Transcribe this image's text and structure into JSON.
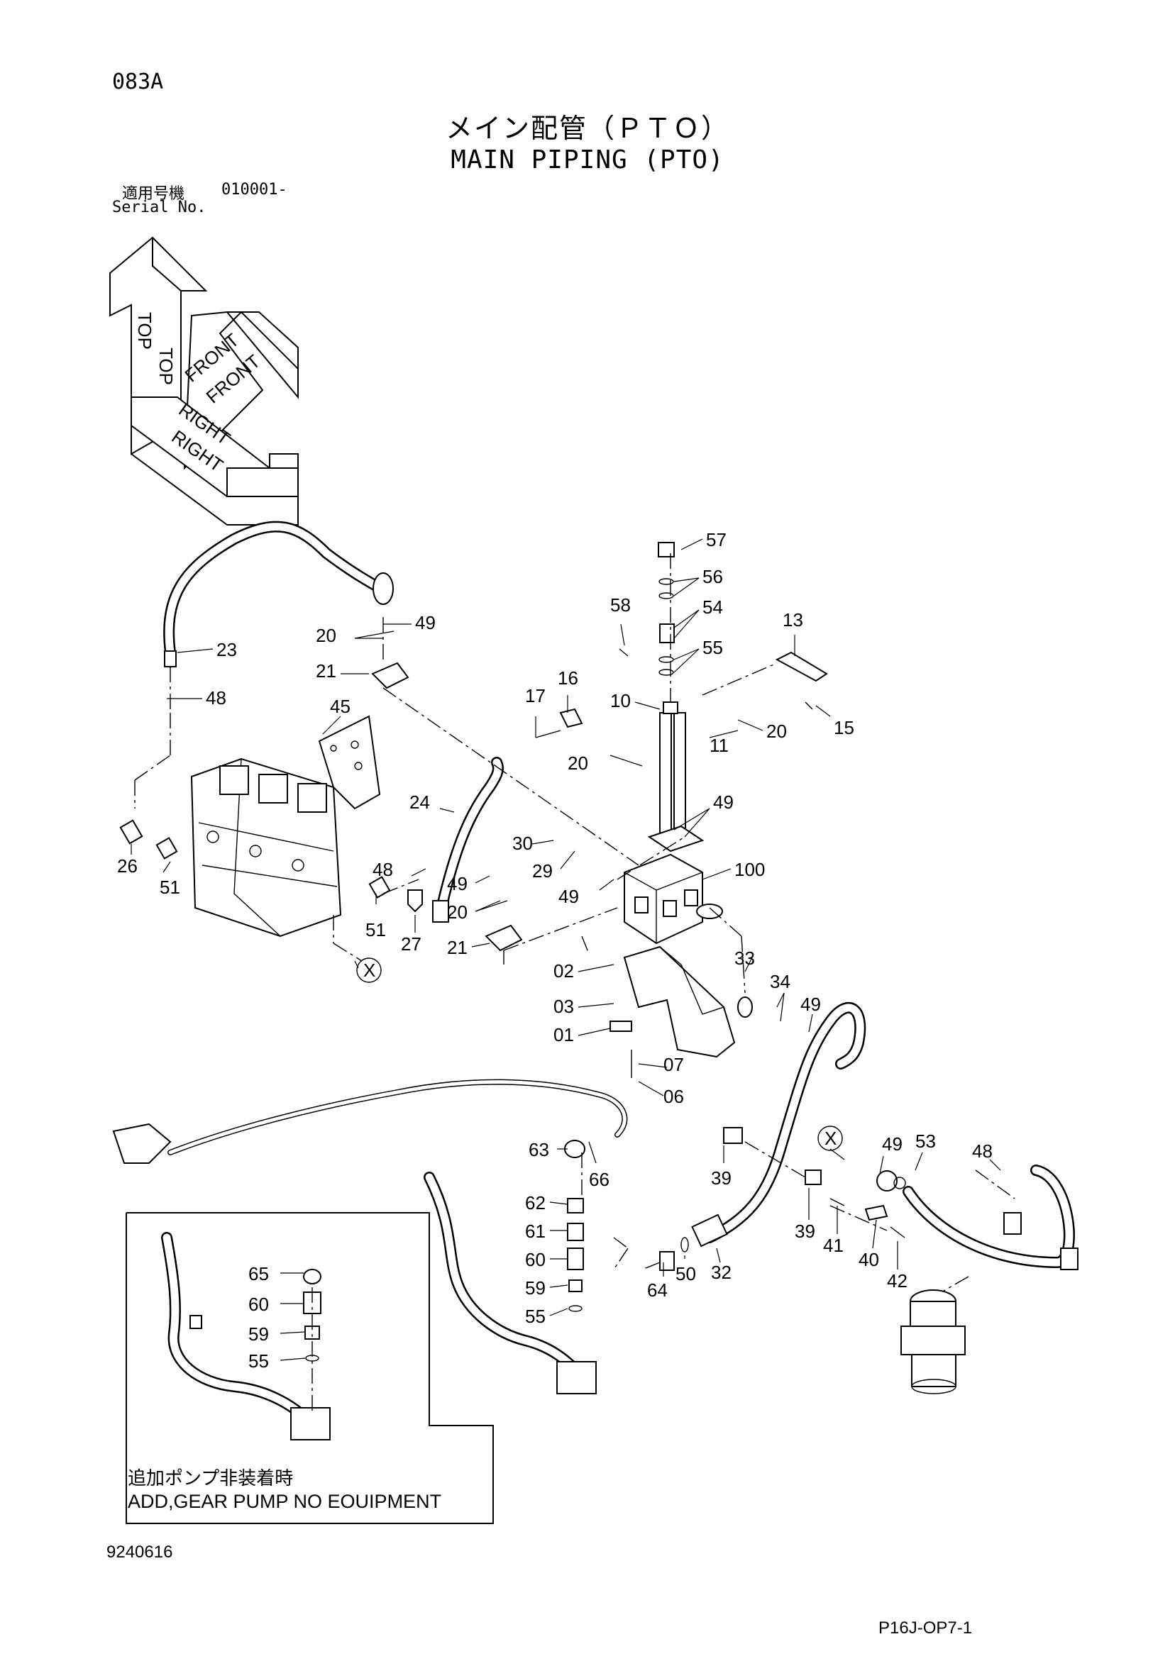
{
  "header": {
    "page_code": "083A",
    "title_jp": "メイン配管（ＰＴＯ）",
    "title_en": "MAIN PIPING (PTO)",
    "serial_label_jp": "適用号機",
    "serial_value": "010001-",
    "serial_label_en": "Serial No."
  },
  "orientation": {
    "top": "TOP",
    "front": "FRONT",
    "right": "RIGHT"
  },
  "part_labels": {
    "p57": "57",
    "p56": "56",
    "p58": "58",
    "p54": "54",
    "p55a": "55",
    "p13": "13",
    "p16": "16",
    "p17": "17",
    "p10": "10",
    "p15": "15",
    "p11": "11",
    "p20a": "20",
    "p20b": "20",
    "p49a": "49",
    "p49b": "49",
    "p20c": "20",
    "p21a": "21",
    "p23": "23",
    "p48a": "48",
    "p45": "45",
    "p24": "24",
    "p30": "30",
    "p29": "29",
    "p49c": "49",
    "p100": "100",
    "p26": "26",
    "p51a": "51",
    "p48b": "48",
    "p49d": "49",
    "p20d": "20",
    "p51b": "51",
    "p27": "27",
    "p21b": "21",
    "x1": "X",
    "p02": "02",
    "p03": "03",
    "p01": "01",
    "p07": "07",
    "p06": "06",
    "p33": "33",
    "p34": "34",
    "p49e": "49",
    "p63": "63",
    "p66": "66",
    "p39a": "39",
    "x2": "X",
    "p49f": "49",
    "p53": "53",
    "p48c": "48",
    "p62": "62",
    "p61": "61",
    "p60a": "60",
    "p59a": "59",
    "p55b": "55",
    "p64": "64",
    "p50": "50",
    "p32": "32",
    "p39b": "39",
    "p41": "41",
    "p40": "40",
    "p42": "42",
    "p65": "65",
    "p60b": "60",
    "p59b": "59",
    "p55c": "55"
  },
  "inset": {
    "label_jp": "追加ポンプ非装着時",
    "label_en": "ADD,GEAR PUMP NO EOUIPMENT"
  },
  "footer": {
    "doc_number": "9240616",
    "page_ref": "P16J-OP7-1"
  }
}
